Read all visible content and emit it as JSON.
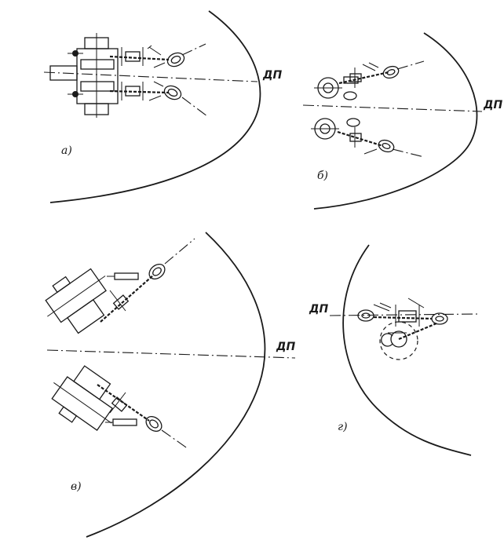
{
  "axis_label": "ДП",
  "panels": {
    "a": {
      "label": "а)",
      "axis_label": "ДП"
    },
    "b": {
      "label": "б)",
      "axis_label": "ДП"
    },
    "v": {
      "label": "в)",
      "axis_label": "ДП"
    },
    "g": {
      "label": "г)",
      "axis_label": "ДП"
    }
  },
  "colors": {
    "ink": "#1a1a1a",
    "paper": "#ffffff"
  }
}
